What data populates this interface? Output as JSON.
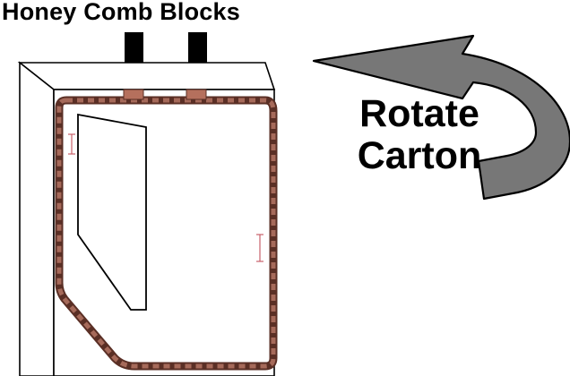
{
  "diagram": {
    "title": "Honey Comb Blocks",
    "rotate_label_line1": "Rotate",
    "rotate_label_line2": "Carton",
    "colors": {
      "outline": "#000000",
      "box_fill": "#ffffff",
      "tape": "#a66a5a",
      "tape_edge": "#5a2f25",
      "block": "#b5705d",
      "arrow_fill": "#777777",
      "marker": "#c9606b"
    },
    "icons": [
      "down-arrow-icon",
      "rotate-arrow-icon"
    ]
  }
}
